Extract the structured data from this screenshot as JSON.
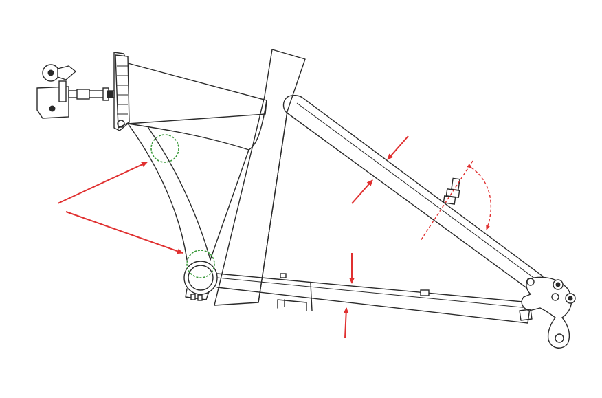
{
  "diagram": {
    "subject": "bicycle-frame",
    "colors": {
      "outline": "#2a2a2a",
      "arrow": "#e03030",
      "highlight_circle": "#3a9a3a",
      "background": "#ffffff"
    },
    "components": [
      "seat-clamp-assembly",
      "head-tube",
      "top-tube",
      "down-tube",
      "seat-tube",
      "seat-stay",
      "chain-stay",
      "bottom-bracket",
      "rear-dropout",
      "cable-stop"
    ],
    "arrows": [
      "weld-arrow-upper",
      "weld-arrow-lower",
      "seatstay-arrow-upper",
      "seatstay-arrow-lower",
      "chainstay-arrow-upper",
      "chainstay-arrow-lower"
    ],
    "annotations": [
      "weld-circle-upper",
      "weld-circle-lower",
      "cable-stop-angle-arc"
    ]
  }
}
